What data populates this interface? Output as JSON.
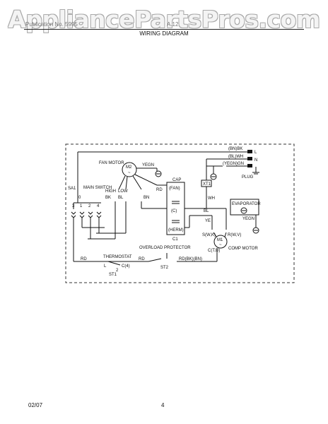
{
  "watermark": "AppliancePartsPros.com",
  "header": {
    "left": "Publication No. 5995",
    "middle": "A.12",
    "title": "WIRING DIAGRAM"
  },
  "footer": {
    "date": "02/07",
    "page": "4"
  },
  "diagram": {
    "plug": {
      "label": "PLUG",
      "terminals": [
        "L",
        "N"
      ],
      "wires": [
        "(BN)BK",
        "(BL)WH",
        "(YEGN)GN"
      ]
    },
    "fan_motor": {
      "label": "FAN MOTOR",
      "id": "M2",
      "ground_wire": "YEGN",
      "speeds": [
        "HIGH",
        "LOW"
      ],
      "wires": [
        "BK",
        "BL",
        "BN",
        "RD"
      ]
    },
    "main_switch": {
      "label": "MAIN SWITCH",
      "id": "SA1",
      "positions": [
        "0",
        "3",
        "1",
        "2",
        "4"
      ]
    },
    "capacitor": {
      "label": "CAP",
      "id": "C1",
      "terminals": [
        "(FAN)",
        "(C)",
        "(HERM)"
      ]
    },
    "terminal_block": {
      "id": "XT1",
      "wire": "WH"
    },
    "evaporator": {
      "label": "EVAPORATOR",
      "ground_wire": "YEGN"
    },
    "comp_motor": {
      "label": "COMP MOTOR",
      "id": "M1",
      "terminals": [
        "S(W,K)",
        "R(W,V)",
        "C(T,U)"
      ],
      "wires": [
        "YE",
        "BL"
      ]
    },
    "thermostat": {
      "label": "THERMOSTAT",
      "id": "ST1",
      "contacts": [
        "L",
        "2",
        "C(4)"
      ],
      "wire": "RD"
    },
    "overload_protector": {
      "label": "OVERLOAD PROTECTOR",
      "id": "ST2",
      "wires": [
        "RD",
        "RD(BK)(BN)"
      ]
    }
  }
}
